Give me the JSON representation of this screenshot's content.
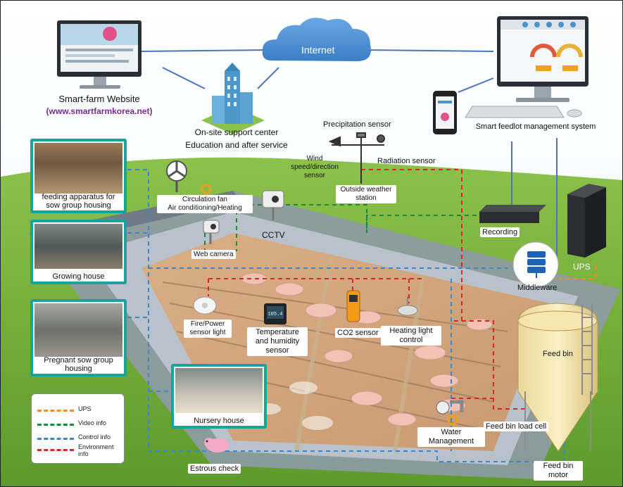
{
  "cloud": {
    "label": "Internet"
  },
  "website": {
    "title": "Smart-farm Website",
    "url": "(www.smartfarmkorea.net)"
  },
  "support_center": {
    "line1": "On-site support center",
    "line2": "Education and after service"
  },
  "feedlot_system": {
    "label": "Smart feedlot management system"
  },
  "weather": {
    "precipitation": "Precipitation sensor",
    "wind": [
      "Wind",
      "speed/direction",
      "sensor"
    ],
    "radiation": "Radiation sensor",
    "station": [
      "Outside weather",
      "station"
    ]
  },
  "devices": {
    "fan": [
      "Circulation fan",
      "Air conditioning/Heating"
    ],
    "cctv": "CCTV",
    "web_camera": "Web camera",
    "recording": "Recording",
    "middleware": "Middleware",
    "ups": "UPS",
    "fire_sensor": [
      "Fire/Power",
      "sensor light"
    ],
    "temp_sensor": [
      "Temperature",
      "and humidity",
      "sensor"
    ],
    "co2_sensor": "CO2 sensor",
    "heating_light": [
      "Heating light",
      "control"
    ],
    "feed_bin": "Feed bin",
    "feed_bin_load_cell": "Feed bin load cell",
    "water_management": [
      "Water",
      "Management"
    ],
    "feed_bin_motor": [
      "Feed bin",
      "motor"
    ],
    "estrous_check": "Estrous check",
    "temp_display": "105.4"
  },
  "photos": {
    "feeding": [
      "feeding apparatus for",
      "sow group housing"
    ],
    "growing": "Growing house",
    "pregnant": [
      "Pregnant sow group",
      "housing"
    ],
    "nursery": "Nursery house"
  },
  "legend": {
    "items": [
      {
        "label": "UPS",
        "color": "#f28c28"
      },
      {
        "label": "Video info",
        "color": "#1e8a3c"
      },
      {
        "label": "Control info",
        "color": "#3f86c7"
      },
      {
        "label": "Environment info",
        "color": "#d42a2a",
        "lines": [
          "Environment",
          "info"
        ]
      }
    ]
  },
  "colors": {
    "teal_frame": "#1aa39a",
    "cloud": "#4f95d6",
    "grass": "#76b43c",
    "sky": "#f5f9fb"
  }
}
